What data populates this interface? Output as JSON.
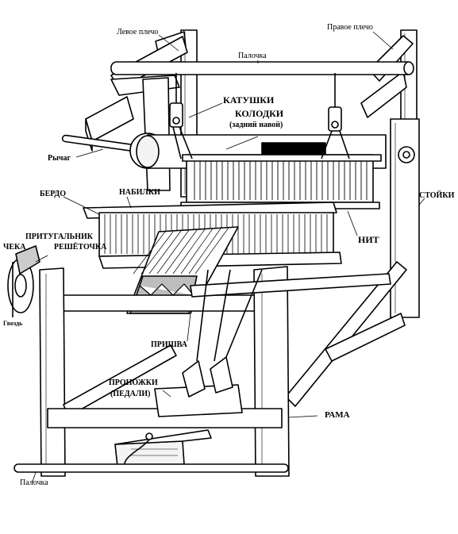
{
  "labels": {
    "left_shoulder": "Левое плечо",
    "right_shoulder": "Правое плечо",
    "top_stick": "Палочка",
    "spools": "КАТУШКИ",
    "blocks": "КОЛОДКИ",
    "back_beam": "(задний навой)",
    "lever": "Рычаг",
    "reed": "БЕРДО",
    "batten": "НАБИЛКИ",
    "uprights": "СТОЙКИ",
    "heddles": "НИТ",
    "pin": "ЧЕКА",
    "breast_beam": "ПРИТУГАЛЬНИК",
    "ratchet": "РЕШЁТОЧКА",
    "nail": "Гвоздь",
    "warp_tie": "ПРИШВА",
    "treadles_1": "ПРОНОЖКИ",
    "treadles_2": "(ПЕДАЛИ)",
    "frame": "РАМА",
    "bottom_stick": "Палочка"
  },
  "colors": {
    "ink": "#000000",
    "paper": "#ffffff",
    "wood": "#f4f4f4"
  }
}
